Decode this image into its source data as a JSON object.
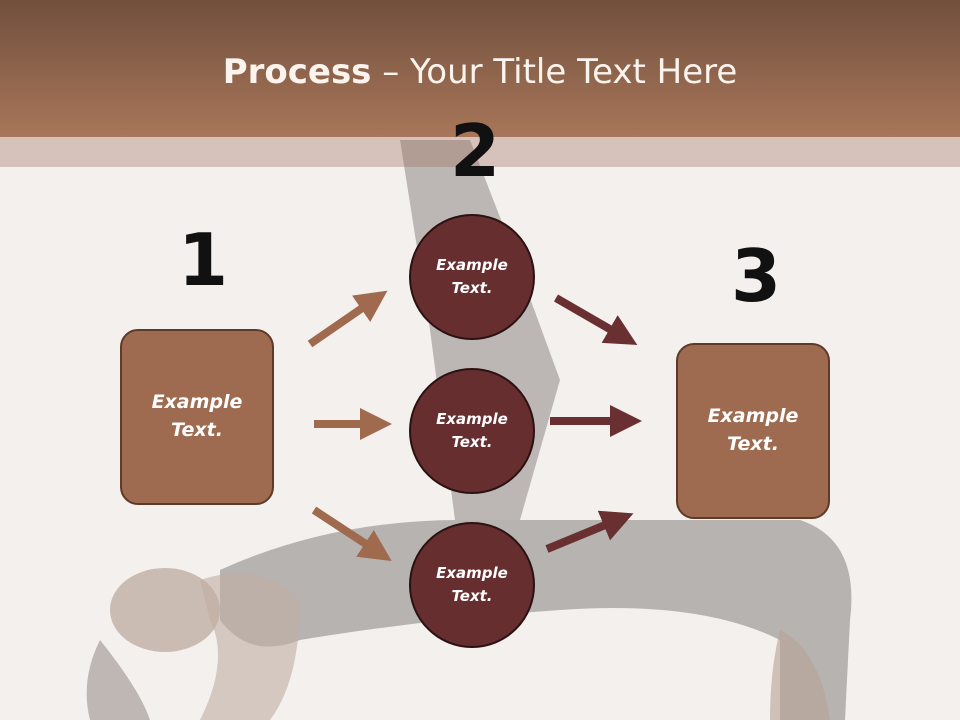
{
  "slide": {
    "title_bold": "Process",
    "title_rest": " – Your Title Text Here"
  },
  "steps": {
    "one": "1",
    "two": "2",
    "three": "3"
  },
  "left_box": {
    "line1": "Example",
    "line2": "Text."
  },
  "right_box": {
    "line1": "Example",
    "line2": "Text."
  },
  "circles": [
    {
      "line1": "Example",
      "line2": "Text."
    },
    {
      "line1": "Example",
      "line2": "Text."
    },
    {
      "line1": "Example",
      "line2": "Text."
    }
  ],
  "colors": {
    "header": "#a8765a",
    "box_fill": "#9e6b50",
    "circle_fill": "#672e2f",
    "arrow_light": "#a06a4f",
    "arrow_dark": "#6a2f30"
  }
}
